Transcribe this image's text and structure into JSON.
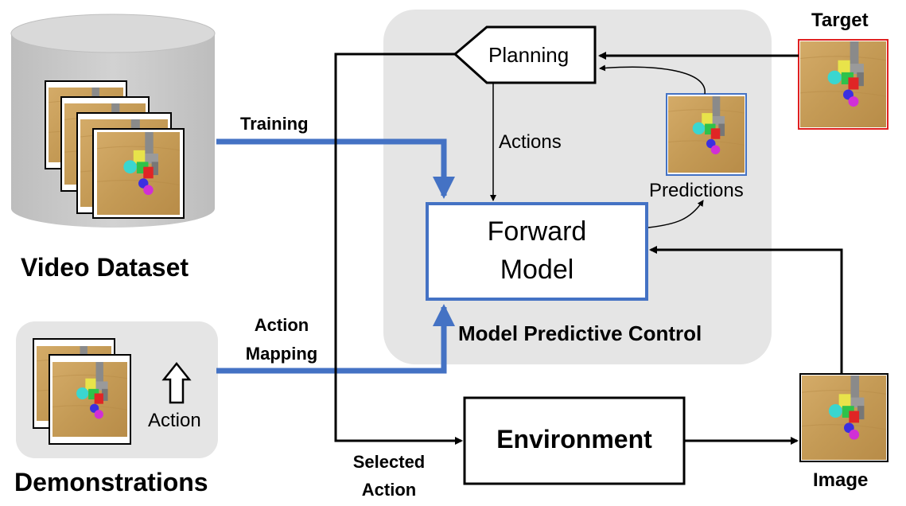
{
  "labels": {
    "video_dataset": "Video Dataset",
    "demonstrations": "Demonstrations",
    "training": "Training",
    "action_mapping_line1": "Action",
    "action_mapping_line2": "Mapping",
    "action_small": "Action",
    "planning": "Planning",
    "actions": "Actions",
    "predictions": "Predictions",
    "forward_model_line1": "Forward",
    "forward_model_line2": "Model",
    "mpc": "Model Predictive Control",
    "target": "Target",
    "environment": "Environment",
    "image": "Image",
    "selected_action_line1": "Selected",
    "selected_action_line2": "Action"
  },
  "colors": {
    "blue_arrow": "#4472c4",
    "mpc_panel": "#e5e5e5",
    "target_border": "#e02020",
    "prediction_border": "#4472c4",
    "cylinder": "#c8c8c8",
    "table_wood": "#c9a05a"
  }
}
